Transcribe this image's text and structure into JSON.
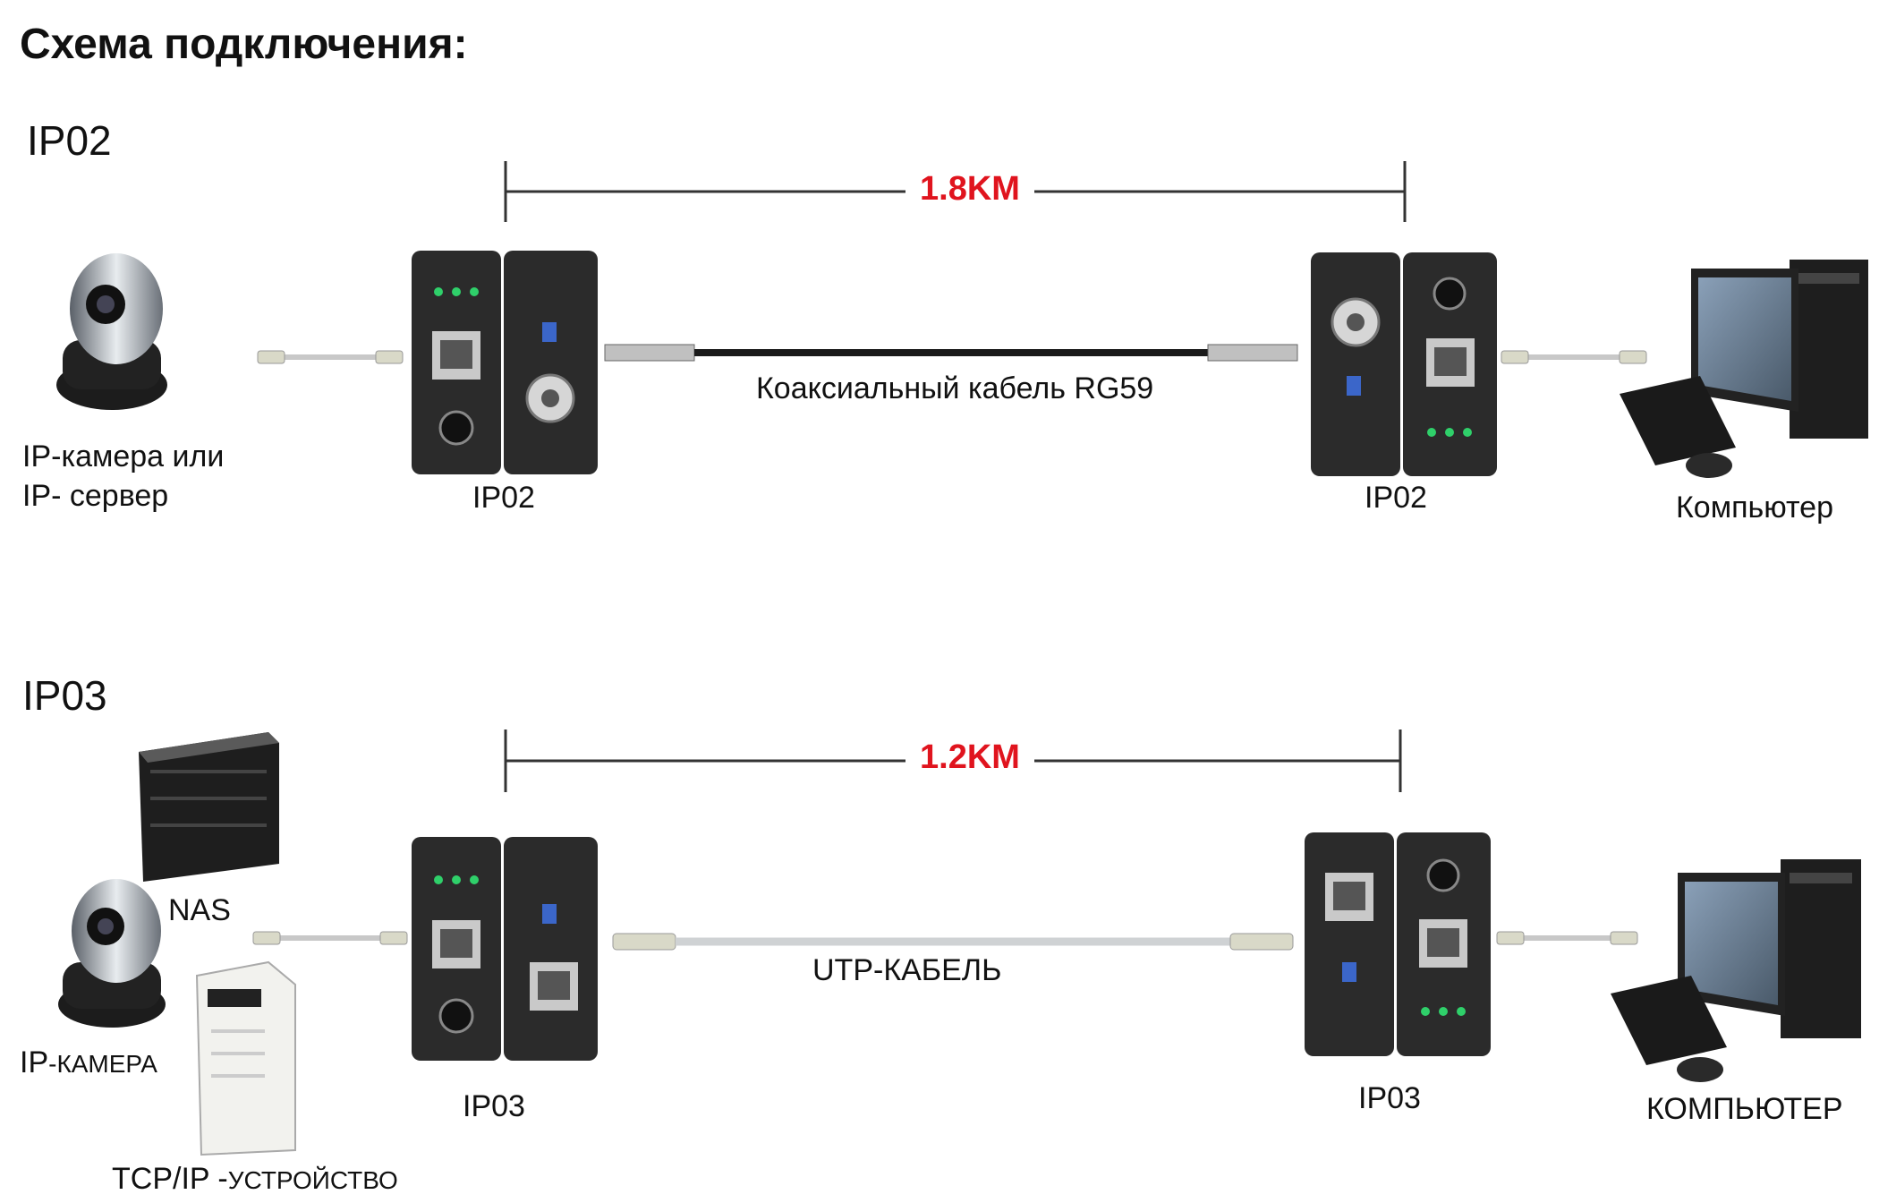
{
  "title": "Схема подключения:",
  "sections": [
    {
      "label": "IP02",
      "distance": "1.8KM",
      "cable": "Коаксиальный кабель RG59",
      "left_device_lines": [
        "IP-камера или",
        "IP- сервер"
      ],
      "left_unit": "IP02",
      "right_unit": "IP02",
      "computer": "Компьютер"
    },
    {
      "label": "IP03",
      "distance": "1.2KM",
      "cable": "UTP-КАБЕЛЬ",
      "nas": "NAS",
      "camera_prefix": "IP",
      "camera_suffix": "-КАМЕРА",
      "tcp_prefix": "TCP/IP -",
      "tcp_suffix": "УСТРОЙСТВО",
      "left_unit": "IP03",
      "right_unit": "IP03",
      "computer": "КОМПЬЮТЕР"
    }
  ],
  "colors": {
    "accent_red": "#e0141e",
    "device_body": "#2b2b2b",
    "led_green": "#2fd06a",
    "line": "#333333"
  }
}
